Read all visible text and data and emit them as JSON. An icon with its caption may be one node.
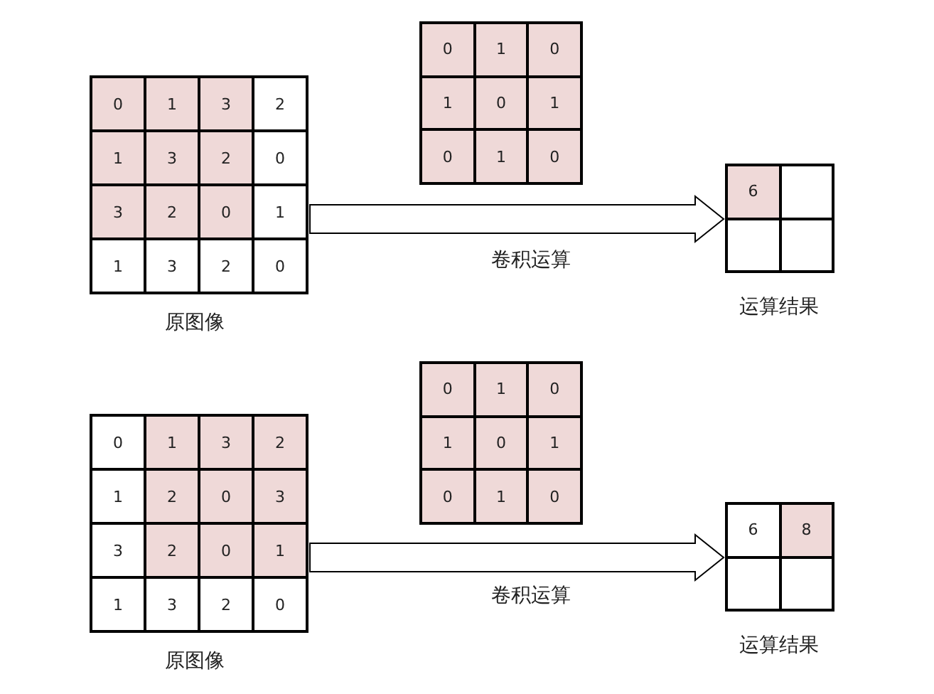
{
  "diagram": {
    "nodes": [
      {
        "text": [
          "0",
          "1",
          "3",
          "2",
          "1",
          "3",
          "2",
          "0",
          "3",
          "2",
          "0",
          "1",
          "1",
          "3",
          "2",
          "0"
        ],
        "beside": [
          "原图像"
        ]
      },
      {
        "text": [
          "0",
          "1",
          "0",
          "1",
          "0",
          "1",
          "0",
          "1",
          "0"
        ]
      },
      {
        "text": [
          "6"
        ],
        "beside": [
          "运算结果"
        ]
      },
      {
        "text": [
          "0",
          "1",
          "3",
          "2",
          "1",
          "2",
          "0",
          "3",
          "3",
          "2",
          "0",
          "1",
          "1",
          "3",
          "2",
          "0"
        ],
        "beside": [
          "原图像"
        ]
      },
      {
        "text": [
          "0",
          "1",
          "0",
          "1",
          "0",
          "1",
          "0",
          "1",
          "0"
        ]
      },
      {
        "text": [
          "6",
          "8"
        ],
        "beside": [
          "运算结果"
        ]
      }
    ],
    "edges": [
      {
        "from": 0,
        "to": 2,
        "arrow": "to",
        "label": "卷积运算"
      },
      {
        "from": 3,
        "to": 5,
        "arrow": "to",
        "label": "卷积运算"
      }
    ]
  }
}
